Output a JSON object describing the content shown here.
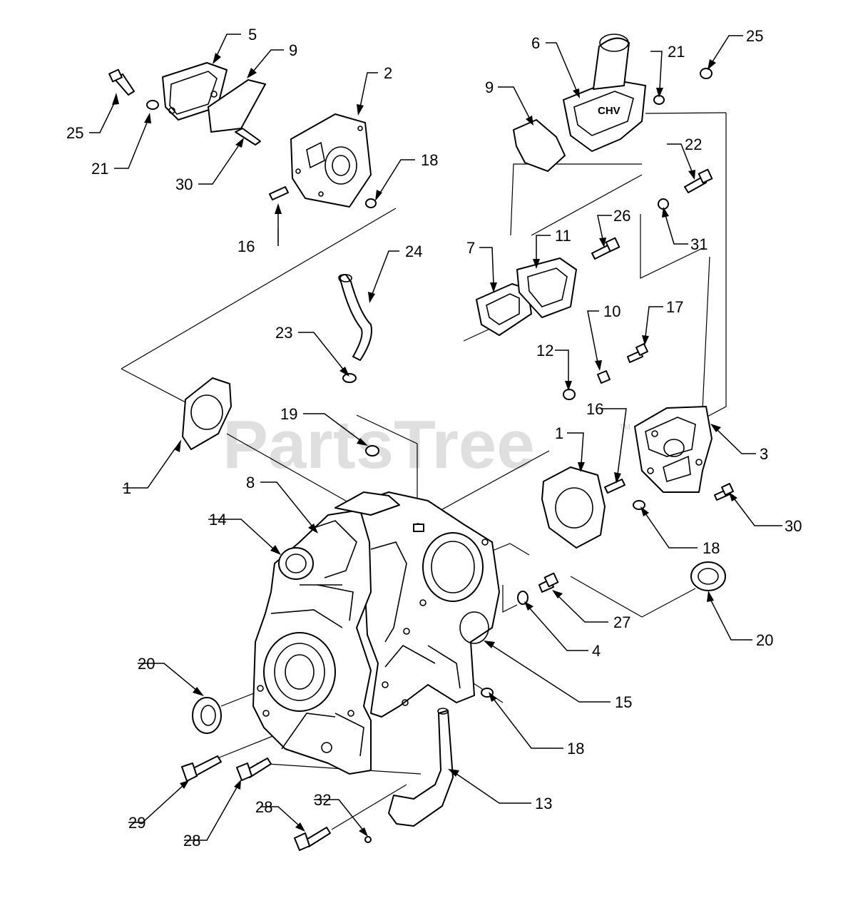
{
  "watermark": {
    "text": "PartsTree",
    "trademark": "TM"
  },
  "callouts": {
    "c1a": "1",
    "c1b": "1",
    "c2": "2",
    "c3": "3",
    "c4": "4",
    "c5": "5",
    "c6": "6",
    "c7": "7",
    "c8": "8",
    "c9a": "9",
    "c9b": "9",
    "c10": "10",
    "c11": "11",
    "c12": "12",
    "c13": "13",
    "c14": "14",
    "c15": "15",
    "c16a": "16",
    "c16b": "16",
    "c17": "17",
    "c18a": "18",
    "c18b": "18",
    "c18c": "18",
    "c19": "19",
    "c20a": "20",
    "c20b": "20",
    "c21a": "21",
    "c21b": "21",
    "c22": "22",
    "c23": "23",
    "c24": "24",
    "c25a": "25",
    "c25b": "25",
    "c26": "26",
    "c27": "27",
    "c28a": "28",
    "c28b": "28",
    "c29": "29",
    "c30a": "30",
    "c30b": "30",
    "c31": "31",
    "c32": "32"
  },
  "cover_emblem": "CHV"
}
